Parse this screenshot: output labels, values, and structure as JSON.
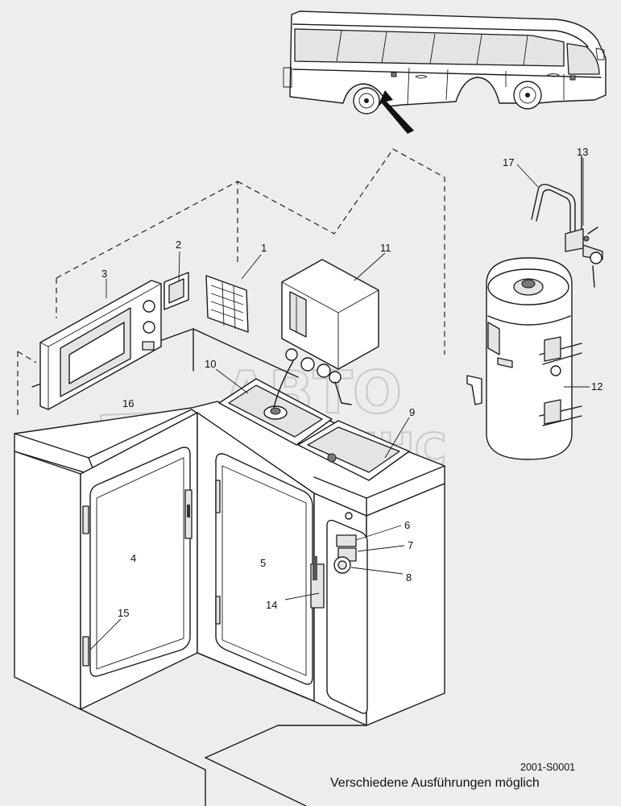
{
  "diagram": {
    "drawing_number": "2001-S0001",
    "caption": "Verschiedene Ausführungen möglich",
    "watermark": {
      "line1": "АВТО",
      "line2": "АЛЬЯНС"
    },
    "callouts": {
      "c1": "1",
      "c2": "2",
      "c3": "3",
      "c4": "4",
      "c5": "5",
      "c6": "6",
      "c7": "7",
      "c8": "8",
      "c9": "9",
      "c10": "10",
      "c11": "11",
      "c12": "12",
      "c13": "13",
      "c14": "14",
      "c15": "15",
      "c16": "16",
      "c17": "17"
    }
  }
}
